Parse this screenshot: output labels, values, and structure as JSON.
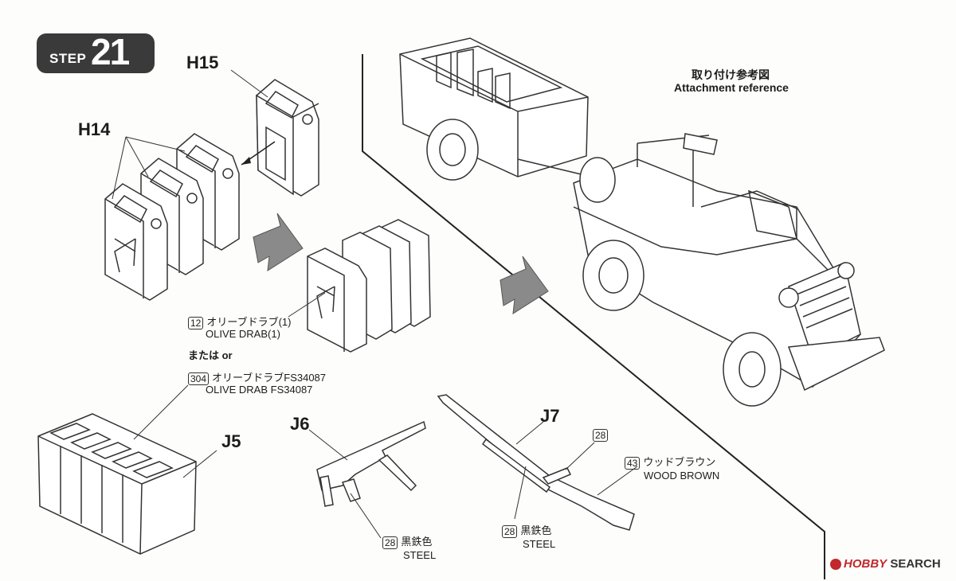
{
  "step": {
    "word": "STEP",
    "number": "21"
  },
  "parts": {
    "h15": "H15",
    "h14": "H14",
    "j5": "J5",
    "j6": "J6",
    "j7": "J7"
  },
  "colors": {
    "olive_drab": {
      "code": "12",
      "jp": "オリーブドラブ(1)",
      "en": "OLIVE DRAB(1)"
    },
    "or_text": "または or",
    "olive_drab_fs": {
      "code": "304",
      "jp": "オリーブドラブFS34087",
      "en": "OLIVE DRAB FS34087"
    },
    "steel_j6": {
      "code": "28",
      "jp": "黒鉄色",
      "en": "STEEL"
    },
    "steel_j7": {
      "code": "28",
      "jp": "黒鉄色",
      "en": "STEEL"
    },
    "steel_j7_top": {
      "code": "28"
    },
    "wood_brown": {
      "code": "43",
      "jp": "ウッドブラウン",
      "en": "WOOD BROWN"
    }
  },
  "attachment": {
    "jp": "取り付け参考図",
    "en": "Attachment reference"
  },
  "footer": {
    "brand": "HOBBY",
    "search": "SEARCH"
  }
}
